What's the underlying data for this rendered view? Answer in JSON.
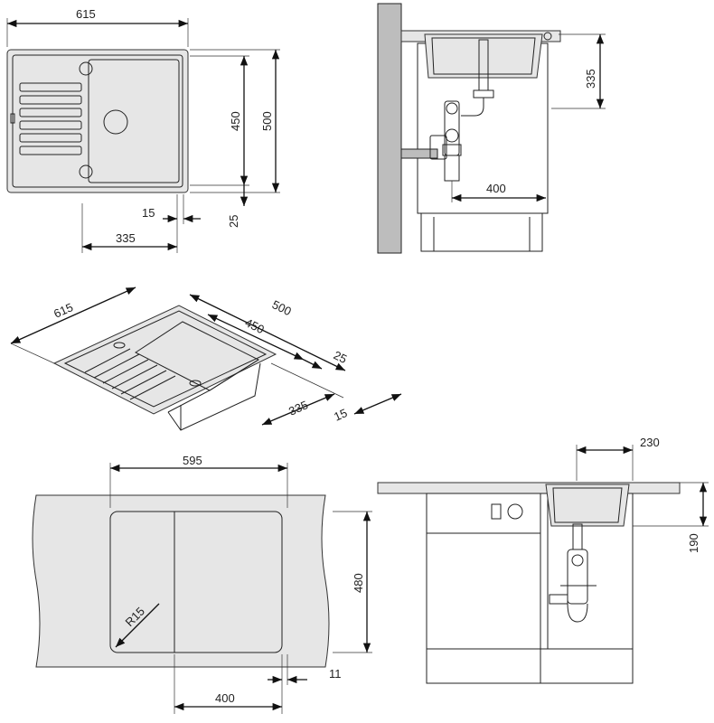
{
  "dimensions": {
    "top_width": "615",
    "top_inner_height": "450",
    "top_outer_height": "500",
    "top_offset": "15",
    "top_margin": "25",
    "top_bowl_width": "335",
    "side_height": "335",
    "side_drain_distance": "400",
    "iso_width": "615",
    "iso_outer_depth": "500",
    "iso_inner_depth": "450",
    "iso_margin": "25",
    "iso_bowl_width": "335",
    "iso_offset": "15",
    "cutout_width": "595",
    "cutout_height": "480",
    "cutout_radius": "R15",
    "cutout_offset": "400",
    "cutout_gap": "11",
    "cab_offset": "230",
    "cab_depth": "190"
  },
  "colors": {
    "line": "#222222",
    "fill_light": "#e6e6e6",
    "fill_dark": "#bdbdbd"
  }
}
